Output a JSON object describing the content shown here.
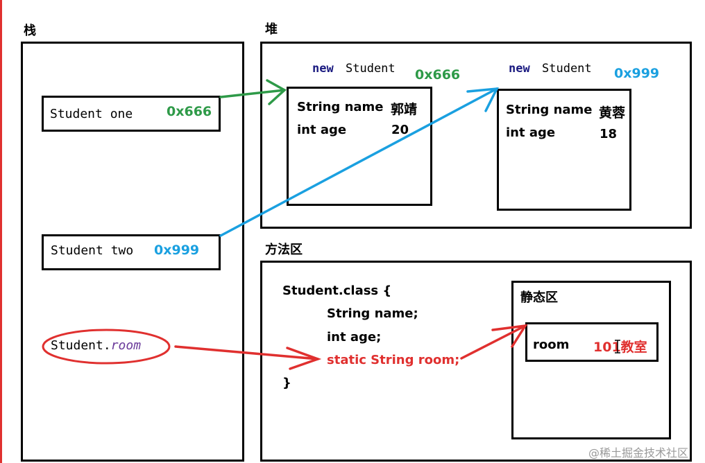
{
  "sections": {
    "stack_label": "栈",
    "heap_label": "堆",
    "method_area_label": "方法区",
    "static_area_label": "静态区"
  },
  "stack": {
    "one": {
      "text": "Student one",
      "addr": "0x666"
    },
    "two": {
      "text": "Student two",
      "addr": "0x999"
    },
    "room_ref": {
      "prefix": "Student.",
      "suffix": "room"
    }
  },
  "heap": {
    "obj1": {
      "new_kw": "new",
      "new_cls": "Student",
      "addr": "0x666",
      "name_label": "String name",
      "name_value": "郭靖",
      "age_label": "int age",
      "age_value": "20"
    },
    "obj2": {
      "new_kw": "new",
      "new_cls": "Student",
      "addr": "0x999",
      "name_label": "String name",
      "name_value": "黄蓉",
      "age_label": "int age",
      "age_value": "18"
    }
  },
  "method_area": {
    "class_open": "Student.class {",
    "field_name": "String name;",
    "field_age": "int age;",
    "field_static": "static String room;",
    "class_close": "}"
  },
  "static_area": {
    "room_label": "room",
    "room_value": "101教室"
  },
  "watermark": "@稀土掘金技术社区",
  "colors": {
    "green": "#2e9a48",
    "blue": "#1aa0e0",
    "red": "#e0302f",
    "navy": "#1a1a80"
  }
}
